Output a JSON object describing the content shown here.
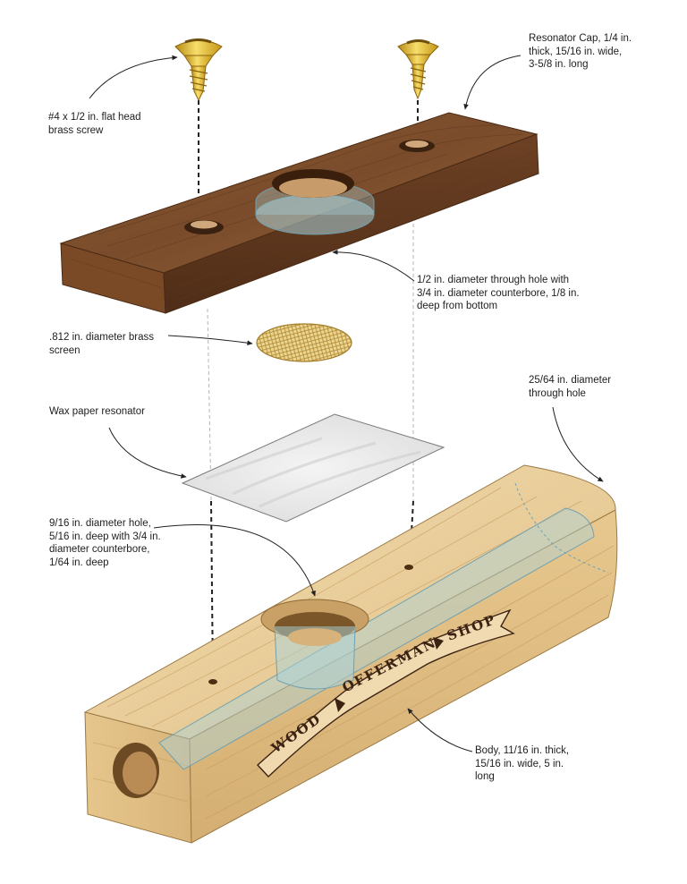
{
  "labels": {
    "resonator_cap": "Resonator Cap, 1/4 in.\nthick, 15/16 in. wide,\n3-5/8 in. long",
    "screw": "#4 x 1/2 in. flat head\nbrass screw",
    "cap_hole": "1/2 in. diameter  through hole with\n3/4 in. diameter counterbore, 1/8 in.\ndeep from bottom",
    "brass_screen": ".812 in. diameter brass\nscreen",
    "through_hole": "25/64 in. diameter\nthrough hole",
    "wax_paper": "Wax paper resonator",
    "body_hole": "9/16 in. diameter hole,\n5/16 in. deep with 3/4 in.\ndiameter counterbore,\n1/64 in. deep",
    "body": "Body, 11/16 in. thick,\n15/16 in. wide, 5 in.\nlong"
  },
  "brand": {
    "word1": "WOOD",
    "word2": "OFFERMAN",
    "word3": "SHOP"
  },
  "colors": {
    "walnut": "#6b4325",
    "maple": "#e3c48e",
    "brass": "#e2b52f",
    "hole_glass": "#a9d3dc"
  }
}
